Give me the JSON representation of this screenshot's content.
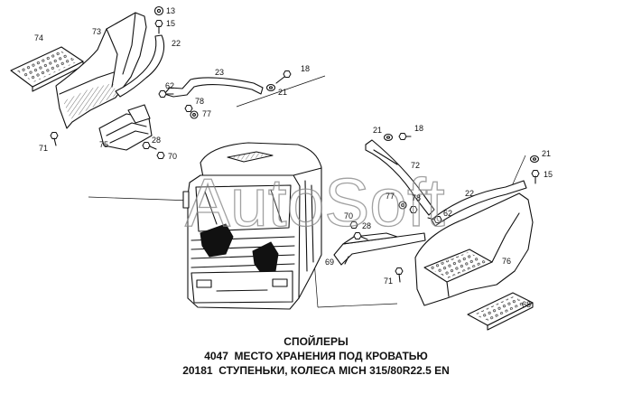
{
  "watermark": "AutoSoft",
  "callouts": [
    "74",
    "73",
    "13",
    "15",
    "22",
    "23",
    "18",
    "21",
    "62",
    "78",
    "77",
    "75",
    "28",
    "70",
    "71",
    "21",
    "18",
    "21",
    "15",
    "72",
    "22",
    "77",
    "78",
    "62",
    "70",
    "28",
    "69",
    "76",
    "71",
    "68"
  ],
  "caption": {
    "title": "СПОЙЛЕРЫ",
    "line1": "4047  МЕСТО ХРАНЕНИЯ ПОД КРОВАТЬЮ",
    "line2": "20181  СТУПЕНЬКИ, КОЛЕСА MICH 315/80R22.5 EN"
  }
}
